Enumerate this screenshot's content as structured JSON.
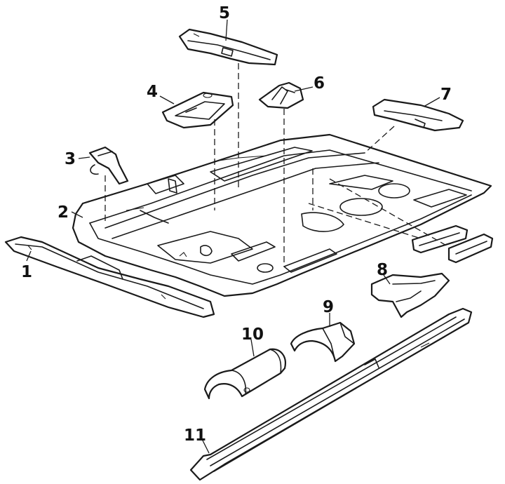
{
  "callouts": [
    "1",
    "2",
    "3",
    "4",
    "5",
    "6",
    "7",
    "8",
    "9",
    "10",
    "11"
  ],
  "colors": {
    "ink": "#1a1a1a",
    "paper": "#ffffff"
  }
}
